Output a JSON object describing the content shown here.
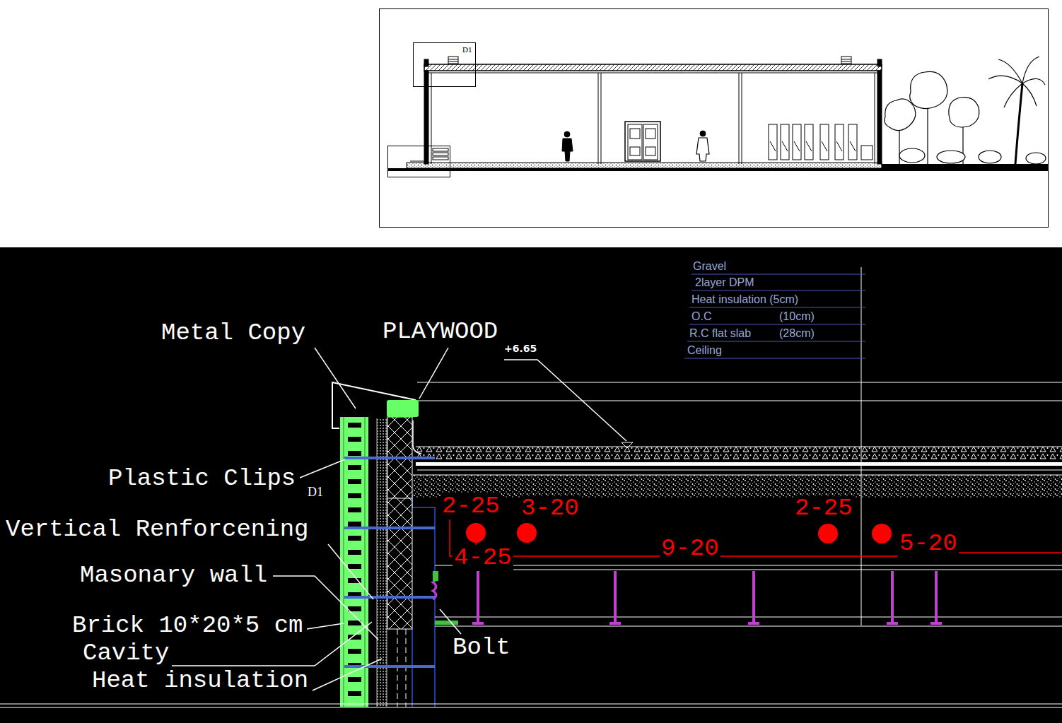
{
  "diagram": {
    "labels": [
      "D1",
      "Metal Copy",
      "PLAYWOOD",
      "+6.65",
      "Plastic Clips",
      "D1",
      "Vertical Renforcening",
      "Masonary wall",
      "Brick 10*20*5 cm",
      "Cavity",
      "Heat insulation",
      "Bolt",
      "Gravel",
      "2layer DPM",
      "Heat insulation (5cm)",
      "O.C",
      "(10cm)",
      "R.C flat slab",
      "(28cm)",
      "Ceiling",
      "2-25",
      "3-20",
      "4-25",
      "9-20",
      "2-25",
      "5-20"
    ]
  }
}
